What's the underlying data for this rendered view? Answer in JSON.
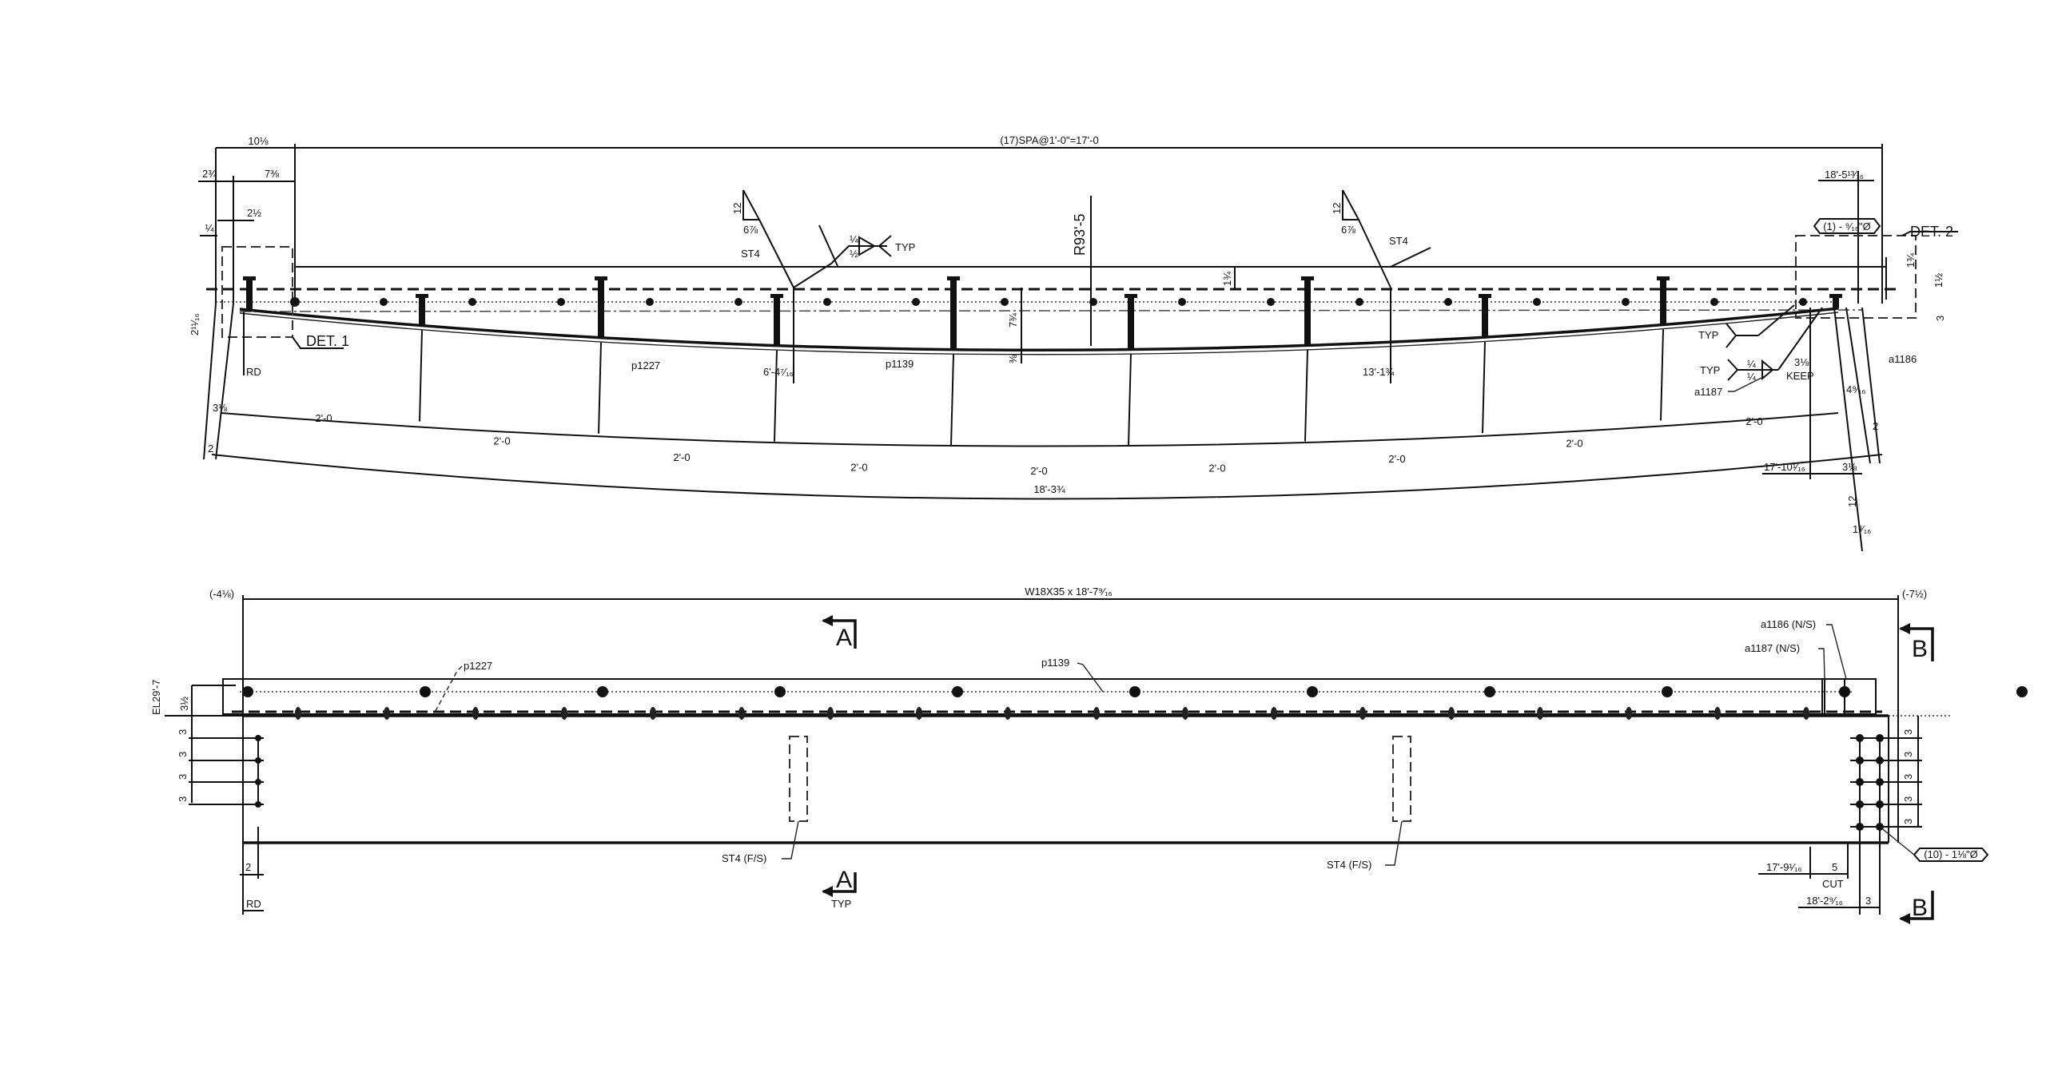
{
  "top_view": {
    "spacing": "(17)SPA@1'-0\"=17'-0",
    "d_10_1_8": "10⅛",
    "d_2_3_4": "2¾",
    "d_7_3_8": "7⅜",
    "d_2_1_2": "2½",
    "d_1_4": "¼",
    "d_2_11_16": "2¹¹⁄₁₆",
    "det1": "DET. 1",
    "rd": "RD",
    "d_3_1_8_left": "3⅛",
    "d_2_left": "2",
    "spans": [
      "2'-0",
      "2'-0",
      "2'-0",
      "2'-0",
      "2'-0",
      "2'-0",
      "2'-0",
      "2'-0",
      "2'-0"
    ],
    "overall": "18'-3¾",
    "p1227": "p1227",
    "p1139": "p1139",
    "d_6_4": "6'-4⁷⁄₁₆",
    "d_13_1": "13'-1¾",
    "radius": "R93'-5",
    "d_7_3_4": "7¾",
    "d_3_8": "⅜",
    "d_1_3_4_mid": "1¾",
    "slope1_rise": "12",
    "slope1_run": "6⅞",
    "st4_1": "ST4",
    "weld_top": "¼",
    "weld_bot": "½",
    "weld_typ": "TYP",
    "slope2_rise": "12",
    "slope2_run": "6⅞",
    "st4_2": "ST4",
    "right": {
      "d_18_5": "18'-5¹³⁄₁₆",
      "hole_callout": "(1) - ⁹⁄₁₆\"Ø",
      "det2": "DET. 2",
      "d_1_3_4": "1¾",
      "d_1_1_2": "1½",
      "d_3": "3",
      "typ1": "TYP",
      "typ2": "TYP",
      "weld_a": "¼",
      "weld_b": "¼",
      "a1186": "a1186",
      "a1187": "a1187",
      "d_3_1_8_keep": "3⅛",
      "keep": "KEEP",
      "d_4_9_16": "4⁹⁄₁₆",
      "d_2": "2",
      "d_17_10": "17'-10¹⁄₁₆",
      "d_3_1_8": "3⅛",
      "slope_rise": "12",
      "slope_run": "1³⁄₁₆"
    }
  },
  "bottom_view": {
    "left_offset": "(-4⅛)",
    "right_offset": "(-7½)",
    "member": "W18X35 x 18'-7⁹⁄₁₆",
    "section_a": "A",
    "section_a_typ": "TYP",
    "section_b": "B",
    "p1227": "p1227",
    "p1139": "p1139",
    "a1186": "a1186 (N/S)",
    "a1187": "a1187 (N/S)",
    "elevation": "EL29'-7",
    "d_3_1_2": "3½",
    "left_bolt_spacing": [
      "3",
      "3",
      "3",
      "3"
    ],
    "right_bolt_spacing": [
      "3",
      "3",
      "3",
      "3",
      "3"
    ],
    "bolt_callout": "(10) - 1⅛\"Ø",
    "st4_fs_1": "ST4 (F/S)",
    "st4_fs_2": "ST4 (F/S)",
    "d_2": "2",
    "rd": "RD",
    "d_17_9": "17'-9¹⁄₁₆",
    "d_5": "5",
    "cut": "CUT",
    "d_18_2": "18'-2⁹⁄₁₆",
    "d_3": "3"
  }
}
